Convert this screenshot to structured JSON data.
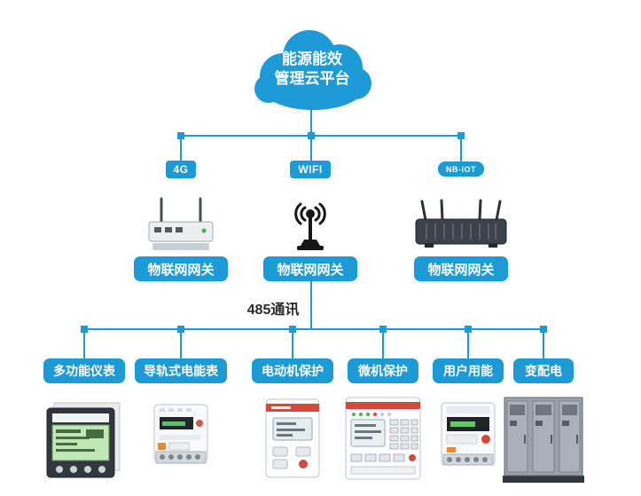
{
  "colors": {
    "accent_blue": "#1b9ad6",
    "text_dark": "#2b2b2b"
  },
  "cloud": {
    "line1": "能源能效",
    "line2": "管理云平台"
  },
  "gateways": [
    {
      "badge": "4G",
      "label": "物联网网关"
    },
    {
      "badge": "WIFI",
      "label": "物联网网关"
    },
    {
      "badge": "NB-IOT",
      "label": "物联网网关"
    }
  ],
  "bus": {
    "label": "485通讯"
  },
  "devices": [
    {
      "label": "多功能仪表"
    },
    {
      "label": "导轨式电能表"
    },
    {
      "label": "电动机保护"
    },
    {
      "label": "微机保护"
    },
    {
      "label": "用户用能"
    },
    {
      "label": "变配电"
    }
  ]
}
